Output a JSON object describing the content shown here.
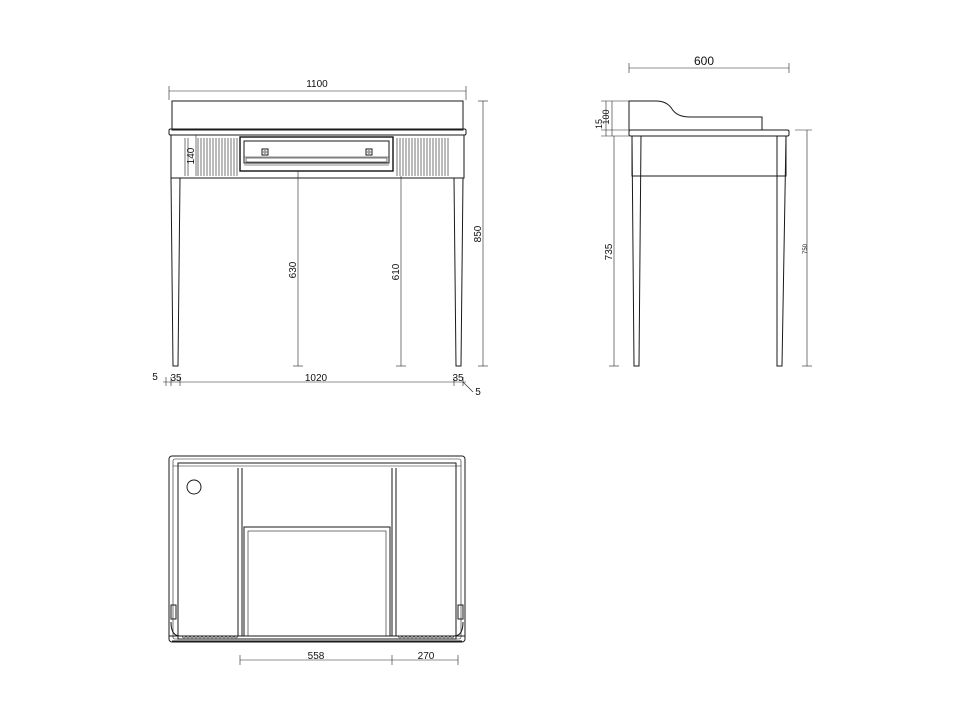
{
  "drawing_type": "furniture technical drawing",
  "colors": {
    "line": "#1a1a1a",
    "background": "#ffffff"
  },
  "front_view": {
    "overall_width": "1100",
    "overall_height": "850",
    "drawer_front_height": "140",
    "drawer_opening_height": "630",
    "clear_height_under_apron": "610",
    "leg_offset_left": "5",
    "leg_width_left": "35",
    "span_between_legs": "1020",
    "leg_width_right": "35",
    "leg_offset_right": "5"
  },
  "side_view": {
    "overall_depth": "600",
    "top_thickness": "15",
    "upstand_height": "100",
    "table_height": "735",
    "total_height": "750"
  },
  "top_view": {
    "drawer_width": "558",
    "side_section_width": "270"
  }
}
